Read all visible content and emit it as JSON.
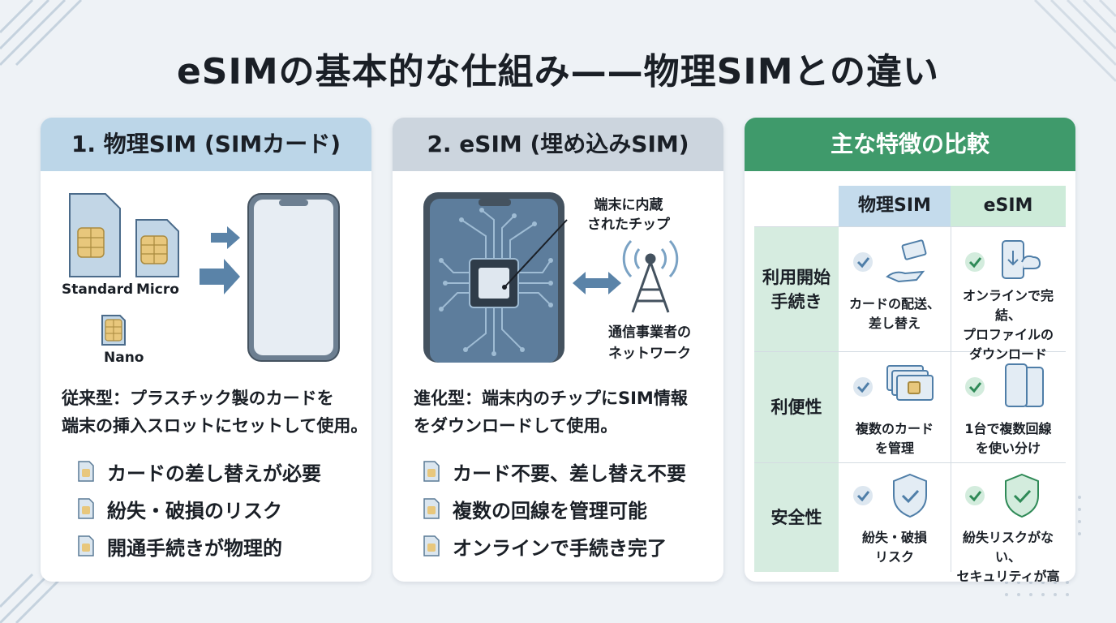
{
  "title": "eSIMの基本的な仕組み——物理SIMとの違い",
  "physical": {
    "heading": "1. 物理SIM (SIMカード)",
    "labels": {
      "standard": "Standard",
      "micro": "Micro",
      "nano": "Nano"
    },
    "desc": [
      "従来型：プラスチック製のカードを",
      "端末の挿入スロットにセットして使用。"
    ],
    "bullets": [
      "カードの差し替えが必要",
      "紛失・破損のリスク",
      "開通手続きが物理的"
    ]
  },
  "esim": {
    "heading": "2. eSIM (埋め込みSIM)",
    "chip_label": [
      "端末に内蔵",
      "されたチップ"
    ],
    "network_label": [
      "通信事業者の",
      "ネットワーク"
    ],
    "desc": [
      "進化型：端末内のチップにSIM情報",
      "をダウンロードして使用。"
    ],
    "bullets": [
      "カード不要、差し替え不要",
      "複数の回線を管理可能",
      "オンラインで手続き完了"
    ]
  },
  "compare": {
    "heading": "主な特徴の比較",
    "columns": [
      "物理SIM",
      "eSIM"
    ],
    "rows": [
      {
        "label": [
          "利用開始",
          "手続き"
        ],
        "physical": [
          "カードの配送、",
          "差し替え"
        ],
        "esim": [
          "オンラインで完結、",
          "プロファイルの",
          "ダウンロード"
        ]
      },
      {
        "label": [
          "利便性"
        ],
        "physical": [
          "複数のカード",
          "を管理"
        ],
        "esim": [
          "1台で複数回線",
          "を使い分け"
        ]
      },
      {
        "label": [
          "安全性"
        ],
        "physical": [
          "紛失・破損",
          "リスク"
        ],
        "esim": [
          "紛失リスクがない、",
          "セキュリティが高い"
        ]
      }
    ]
  },
  "colors": {
    "physical_header": "#bcd6e8",
    "esim_header": "#ccd5de",
    "compare_header": "#3f9a6b",
    "check_blue": "#4f7ea8",
    "check_green": "#2f8a57"
  }
}
